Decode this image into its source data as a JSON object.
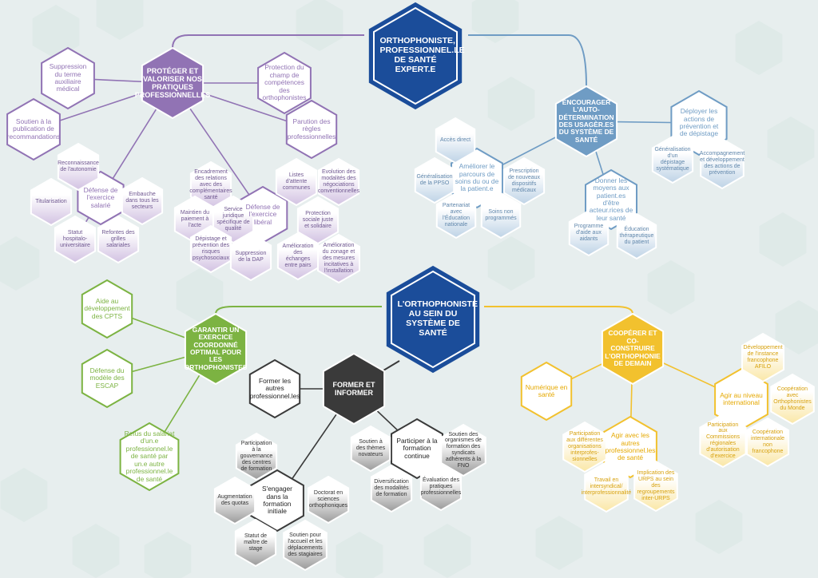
{
  "colors": {
    "background": "#e7eeee",
    "navy": "#1b4d9a",
    "purple": "#9173b4",
    "purple_light": "#d2c2e2",
    "blue": "#6f9cc4",
    "blue_light": "#bed3e6",
    "green": "#7cb342",
    "dark": "#3a3a3a",
    "yellow": "#f2c12e",
    "yellow_light": "#fae7a6"
  },
  "nodes": {
    "ortho_expert": "ORTHOPHONISTE, PROFESSIONNEL.LE DE SANTÉ EXPERT.E",
    "ortho_systeme": "L'ORTHOPHONISTE AU SEIN DU SYSTÈME DE SANTÉ",
    "proteger": "PROTÉGER ET VALORISER NOS PRATIQUES PROFESSIONNELLES",
    "suppression_terme": "Suppression du terme auxiliaire médical",
    "protection_champ": "Protection du champ de compétences des orthophonistes",
    "soutien_publication": "Soutien à la publication de recommandations",
    "parution_regles": "Parution des règles professionnelles",
    "defense_salarie": "Défense de l'exercice salarié",
    "reconnaissance": "Reconnaissance de l'autonomie",
    "titularisation": "Titularisation",
    "embauche": "Embauche dans tous les secteurs",
    "statut_hospitalo": "Statut hospitalo-universitaire",
    "refontes_grilles": "Refontes des grilles salariales",
    "defense_liberal": "Défense de l'exercice libéral",
    "encadrement_relations": "Encadrement des relations avec des complémentaires santé",
    "listes_attente": "Listes d'attente communes",
    "evolution_modalites": "Evolution des modalités des négociations conventionnelles",
    "maintien_paiement": "Maintien du paiement à l'acte",
    "service_juridique": "Service juridique spécifique de qualité",
    "protection_sociale": "Protection sociale juste et solidaire",
    "depistage_risques": "Dépistage et prévention des risques psychosociaux",
    "suppression_dap": "Suppression de la DAP",
    "amelioration_echanges": "Amélioration des échanges entre pairs",
    "amelioration_zonage": "Amélioration du zonage et des mesures incitatives à l'installation",
    "encourager": "ENCOURAGER L'AUTO-DÉTERMINATION DES USAGÈR.ES DU SYSTÈME DE SANTÉ",
    "deployer_actions": "Déployer les actions de prévention et de dépistage",
    "generalisation_depistage": "Généralisation d'un dépistage systématique",
    "accompagnement_prevention": "Accompagnement et développement des actions de prévention",
    "ameliorer_parcours": "Améliorer le parcours de soins du ou de la patient.e",
    "acces_direct": "Accès direct",
    "generalisation_ppso": "Généralisation de la PPSO",
    "prescription_dispositifs": "Prescription de nouveaux dispositifs médicaux",
    "partenariat_education": "Partenariat avec l'Éducation nationale",
    "soins_non_programmes": "Soins non programmés",
    "donner_moyens": "Donner les moyens aux patient.es d'être acteur.rices de leur santé",
    "programme_aidants": "Programme d'aide aux aidants",
    "education_therapeutique": "Éducation thérapeutique du patient",
    "garantir": "GARANTIR UN EXERCICE COORDONNÉ OPTIMAL POUR LES ORTHOPHONISTES",
    "aide_cpts": "Aide au développement des CPTS",
    "defense_escap": "Défense du modèle des ESCAP",
    "refus_salariat": "Refus du salariat d'un.e professionnel.le de santé par un.e autre professionnel.le de santé",
    "former_informer": "FORMER ET INFORMER",
    "former_autres": "Former les autres professionnel.les",
    "participer_formation": "Participer à la formation continue",
    "soutien_themes": "Soutien à des thèmes novateurs",
    "soutien_organismes": "Soutien des organismes de formation des syndicats adhérents à la FNO",
    "diversification_modalites": "Diversification des modalités de formation",
    "evaluation_pratiques": "Évaluation des pratiques professionnelles",
    "engager_formation_initiale": "S'engager dans la formation initiale",
    "participation_gouvernance": "Participation à la gouvernance des centres de formation",
    "augmentation_quotas": "Augmentation des quotas",
    "doctorat": "Doctorat en sciences orthophoniques",
    "statut_maitre": "Statut de maître de stage",
    "soutien_stagiaires": "Soutien pour l'accueil et les déplacements des stagiaires",
    "cooperer": "COOPÉRER ET CO-CONSTRUIRE L'ORTHOPHONIE DE DEMAIN",
    "numerique_sante": "Numérique en santé",
    "agir_autres": "Agir avec les autres professionnel.les de santé",
    "participation_organisations": "Participation aux différentes organisations interprofes-sionnelles",
    "travail_interprof": "Travail en intersyndical/ interprofessionnalité",
    "implication_urps": "Implication des URPS au sein des regroupements inter-URPS",
    "agir_international": "Agir au niveau international",
    "developpement_afilo": "Développement de l'instance francophone AFILO",
    "cooperation_monde": "Coopération avec Orthophonistes du Monde",
    "participation_commissions": "Participation aux Commissions régionales d'autorisation d'exercice",
    "cooperation_non_francophone": "Coopération internationale non francophone"
  }
}
